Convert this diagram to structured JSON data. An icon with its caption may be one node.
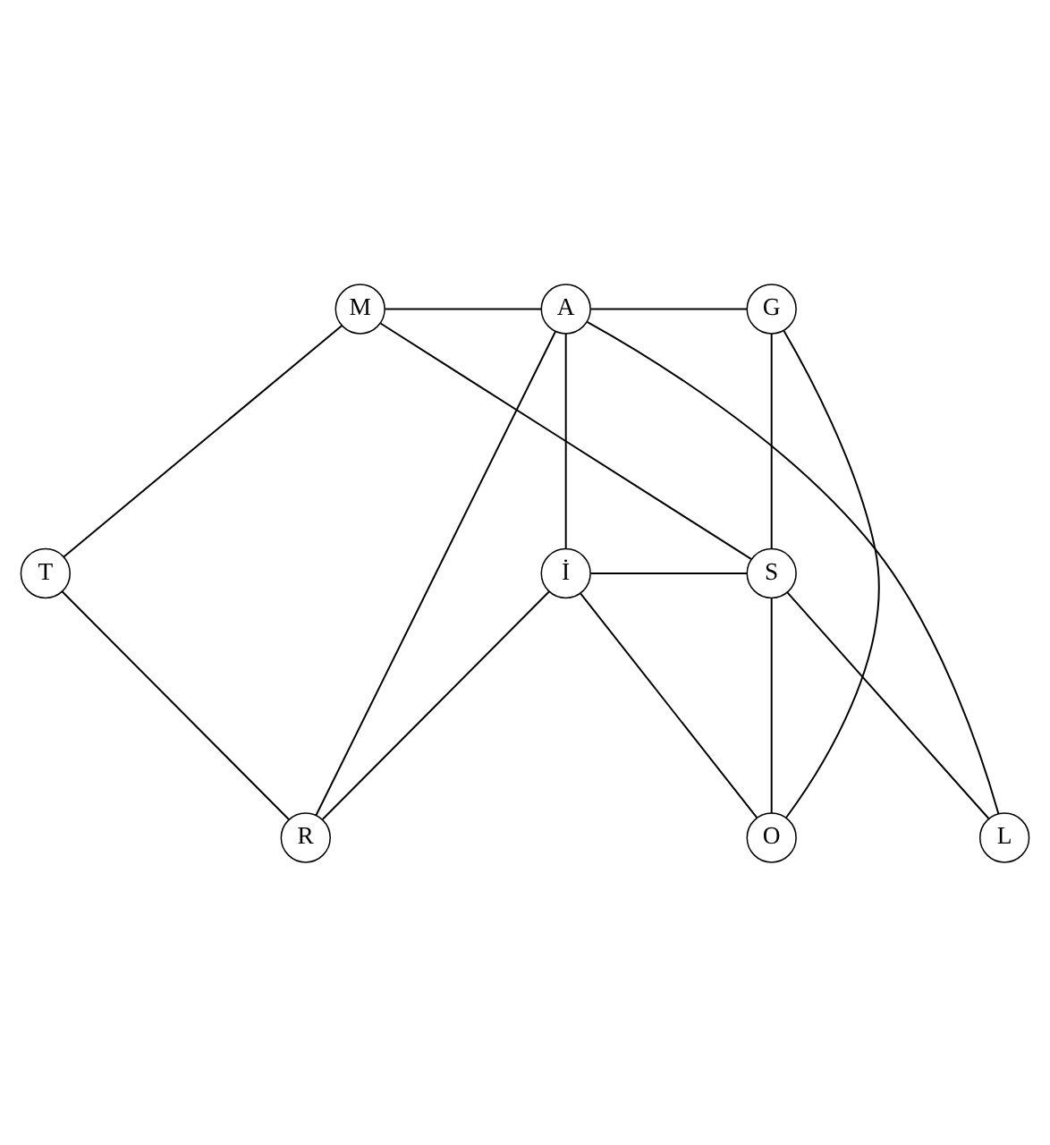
{
  "diagram": {
    "nodes": [
      {
        "text": [
          "M"
        ]
      },
      {
        "text": [
          "A"
        ]
      },
      {
        "text": [
          "G"
        ]
      },
      {
        "text": [
          "İ"
        ]
      },
      {
        "text": [
          "S"
        ]
      },
      {
        "text": [
          "T"
        ]
      },
      {
        "text": [
          "R"
        ]
      },
      {
        "text": [
          "O"
        ]
      },
      {
        "text": [
          "L"
        ]
      }
    ],
    "edges": [
      {
        "from": 0,
        "to": 1,
        "arrow": "none"
      },
      {
        "from": 1,
        "to": 2,
        "arrow": "none"
      },
      {
        "from": 0,
        "to": 4,
        "arrow": "none"
      },
      {
        "from": 0,
        "to": 5,
        "arrow": "none"
      },
      {
        "from": 1,
        "to": 3,
        "arrow": "none"
      },
      {
        "from": 1,
        "to": 6,
        "arrow": "none"
      },
      {
        "from": 1,
        "to": 8,
        "arrow": "none"
      },
      {
        "from": 2,
        "to": 4,
        "arrow": "none"
      },
      {
        "from": 2,
        "to": 7,
        "arrow": "none"
      },
      {
        "from": 3,
        "to": 4,
        "arrow": "none"
      },
      {
        "from": 3,
        "to": 6,
        "arrow": "none"
      },
      {
        "from": 3,
        "to": 7,
        "arrow": "none"
      },
      {
        "from": 4,
        "to": 7,
        "arrow": "none"
      },
      {
        "from": 4,
        "to": 8,
        "arrow": "none"
      },
      {
        "from": 5,
        "to": 6,
        "arrow": "none"
      }
    ]
  }
}
